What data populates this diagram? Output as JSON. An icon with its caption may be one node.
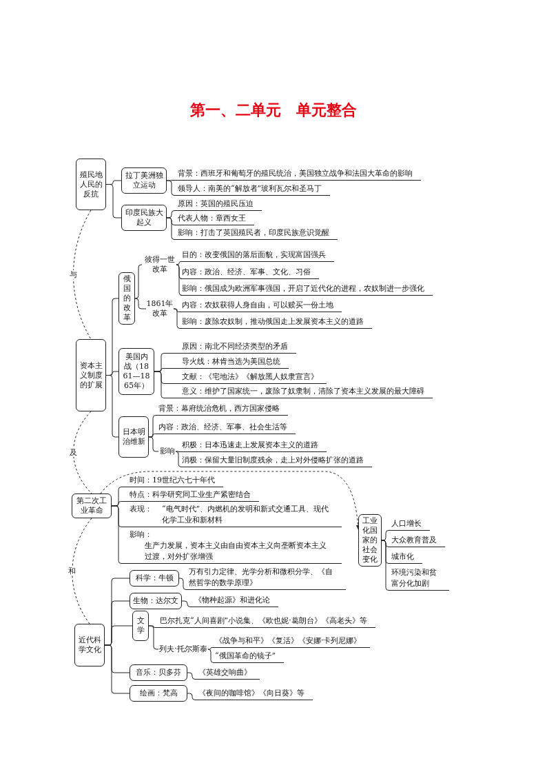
{
  "diagram": {
    "title": "第一、二单元　单元整合",
    "nodes": [
      {
        "text": [
          "殖民地人民的反抗"
        ]
      },
      {
        "text": [
          "拉丁美洲独立运动"
        ]
      },
      {
        "text": [
          "背景：西班牙和葡萄牙的殖民统治，美国独立战争和法国大革命的影响"
        ]
      },
      {
        "text": [
          "领导人：南美的“解放者”玻利瓦尔和圣马丁"
        ]
      },
      {
        "text": [
          "印度民族大起义"
        ]
      },
      {
        "text": [
          "原因：英国的殖民压迫"
        ]
      },
      {
        "text": [
          "代表人物：章西女王"
        ]
      },
      {
        "text": [
          "影响：打击了英国殖民者，印度民族意识觉醒"
        ]
      },
      {
        "text": [
          "资本主义制度的扩展"
        ]
      },
      {
        "text": [
          "俄国的改革"
        ]
      },
      {
        "text": [
          "彼得一世改革"
        ]
      },
      {
        "text": [
          "目的：改变俄国的落后面貌，实现富国强兵"
        ]
      },
      {
        "text": [
          "内容：政治、经济、军事、文化、习俗"
        ]
      },
      {
        "text": [
          "影响：俄国成为欧洲军事强国，开启了近代化的进程，农奴制进一步强化"
        ]
      },
      {
        "text": [
          "1861年改革"
        ]
      },
      {
        "text": [
          "内容：农奴获得人身自由，可以赎买一份土地"
        ]
      },
      {
        "text": [
          "影响：废除农奴制，推动俄国走上发展资本主义的道路"
        ]
      },
      {
        "text": [
          "美国内战（1861—1865年）"
        ]
      },
      {
        "text": [
          "原因：南北不同经济类型的矛盾"
        ]
      },
      {
        "text": [
          "导火线：林肯当选为美国总统"
        ]
      },
      {
        "text": [
          "文献：《宅地法》《解放黑人奴隶宣言》"
        ]
      },
      {
        "text": [
          "意义：维护了国家统一，废除了奴隶制，清除了资本主义发展的最大障碍"
        ]
      },
      {
        "text": [
          "日本明治维新"
        ]
      },
      {
        "text": [
          "背景：幕府统治危机，西方国家侵略"
        ]
      },
      {
        "text": [
          "内容：政治、经济、军事、社会生活等"
        ]
      },
      {
        "text": [
          "影响"
        ]
      },
      {
        "text": [
          "积极：日本迅速走上发展资本主义的道路"
        ]
      },
      {
        "text": [
          "消极：保留大量旧制度残余，走上对外侵略扩张的道路"
        ]
      },
      {
        "text": [
          "第二次工业革命"
        ]
      },
      {
        "text": [
          "时间：19世纪六七十年代"
        ]
      },
      {
        "text": [
          "特点：科学研究同工业生产紧密结合"
        ]
      },
      {
        "text": [
          "表现：",
          "“电气时代”、内燃机的发明和新式交通工具、现代化学工业和新材料"
        ]
      },
      {
        "text": [
          "影响：",
          "生产力发展，资本主义由自由资本主义向垄断资本主义过渡，对外扩张增强"
        ]
      },
      {
        "text": [
          "工业化国家的社会变化"
        ]
      },
      {
        "text": [
          "人口增长"
        ]
      },
      {
        "text": [
          "大众教育普及"
        ]
      },
      {
        "text": [
          "城市化"
        ]
      },
      {
        "text": [
          "环境污染和贫富分化加剧"
        ]
      },
      {
        "text": [
          "近代科学文化"
        ]
      },
      {
        "text": [
          "科学：牛顿"
        ]
      },
      {
        "text": [
          "万有引力定律、光学分析和微积分学、《自然哲学的数学原理》"
        ]
      },
      {
        "text": [
          "生物：达尔文"
        ]
      },
      {
        "text": [
          "《物种起源》和进化论"
        ]
      },
      {
        "text": [
          "文学"
        ]
      },
      {
        "text": [
          "巴尔扎克“人间喜剧”小说集、《欧也妮·葛朗台》《高老头》等"
        ]
      },
      {
        "text": [
          "列夫·托尔斯泰"
        ]
      },
      {
        "text": [
          "《战争与和平》《复活》《安娜·卡列尼娜》"
        ]
      },
      {
        "text": [
          "“俄国革命的镜子”"
        ]
      },
      {
        "text": [
          "音乐：贝多芬"
        ]
      },
      {
        "text": [
          "《英雄交响曲》"
        ]
      },
      {
        "text": [
          "绘画：梵高"
        ]
      },
      {
        "text": [
          "《夜间的咖啡馆》《向日葵》等"
        ]
      }
    ],
    "edges": [
      {
        "from": 0,
        "to": 1,
        "arrow": "none"
      },
      {
        "from": 1,
        "to": 2,
        "arrow": "none"
      },
      {
        "from": 1,
        "to": 3,
        "arrow": "none"
      },
      {
        "from": 0,
        "to": 4,
        "arrow": "none"
      },
      {
        "from": 4,
        "to": 5,
        "arrow": "none"
      },
      {
        "from": 4,
        "to": 6,
        "arrow": "none"
      },
      {
        "from": 4,
        "to": 7,
        "arrow": "none"
      },
      {
        "from": 0,
        "to": 8,
        "arrow": "none",
        "label": "与",
        "style": "dashed"
      },
      {
        "from": 8,
        "to": 9,
        "arrow": "none"
      },
      {
        "from": 9,
        "to": 10,
        "arrow": "none"
      },
      {
        "from": 10,
        "to": 11,
        "arrow": "none"
      },
      {
        "from": 10,
        "to": 12,
        "arrow": "none"
      },
      {
        "from": 10,
        "to": 13,
        "arrow": "none"
      },
      {
        "from": 9,
        "to": 14,
        "arrow": "none"
      },
      {
        "from": 14,
        "to": 15,
        "arrow": "none"
      },
      {
        "from": 14,
        "to": 16,
        "arrow": "none"
      },
      {
        "from": 8,
        "to": 17,
        "arrow": "none"
      },
      {
        "from": 17,
        "to": 18,
        "arrow": "none"
      },
      {
        "from": 17,
        "to": 19,
        "arrow": "none"
      },
      {
        "from": 17,
        "to": 20,
        "arrow": "none"
      },
      {
        "from": 17,
        "to": 21,
        "arrow": "none"
      },
      {
        "from": 8,
        "to": 22,
        "arrow": "none"
      },
      {
        "from": 22,
        "to": 23,
        "arrow": "none"
      },
      {
        "from": 22,
        "to": 24,
        "arrow": "none"
      },
      {
        "from": 22,
        "to": 25,
        "arrow": "none"
      },
      {
        "from": 25,
        "to": 26,
        "arrow": "none"
      },
      {
        "from": 25,
        "to": 27,
        "arrow": "none"
      },
      {
        "from": 8,
        "to": 28,
        "arrow": "none",
        "label": "及",
        "style": "dashed"
      },
      {
        "from": 28,
        "to": 29,
        "arrow": "none"
      },
      {
        "from": 28,
        "to": 30,
        "arrow": "none"
      },
      {
        "from": 28,
        "to": 31,
        "arrow": "none"
      },
      {
        "from": 28,
        "to": 32,
        "arrow": "none"
      },
      {
        "from": 28,
        "to": 33,
        "arrow": "to",
        "style": "dashed"
      },
      {
        "from": 33,
        "to": 34,
        "arrow": "none"
      },
      {
        "from": 33,
        "to": 35,
        "arrow": "none"
      },
      {
        "from": 33,
        "to": 36,
        "arrow": "none"
      },
      {
        "from": 33,
        "to": 37,
        "arrow": "none"
      },
      {
        "from": 28,
        "to": 38,
        "arrow": "none",
        "label": "和",
        "style": "dashed"
      },
      {
        "from": 38,
        "to": 39,
        "arrow": "none"
      },
      {
        "from": 39,
        "to": 40,
        "arrow": "none"
      },
      {
        "from": 38,
        "to": 41,
        "arrow": "none"
      },
      {
        "from": 41,
        "to": 42,
        "arrow": "none"
      },
      {
        "from": 38,
        "to": 43,
        "arrow": "none"
      },
      {
        "from": 43,
        "to": 44,
        "arrow": "none"
      },
      {
        "from": 43,
        "to": 45,
        "arrow": "none"
      },
      {
        "from": 45,
        "to": 46,
        "arrow": "none"
      },
      {
        "from": 45,
        "to": 47,
        "arrow": "none"
      },
      {
        "from": 38,
        "to": 48,
        "arrow": "none"
      },
      {
        "from": 48,
        "to": 49,
        "arrow": "none"
      },
      {
        "from": 38,
        "to": 50,
        "arrow": "none"
      },
      {
        "from": 50,
        "to": 51,
        "arrow": "none"
      }
    ]
  }
}
